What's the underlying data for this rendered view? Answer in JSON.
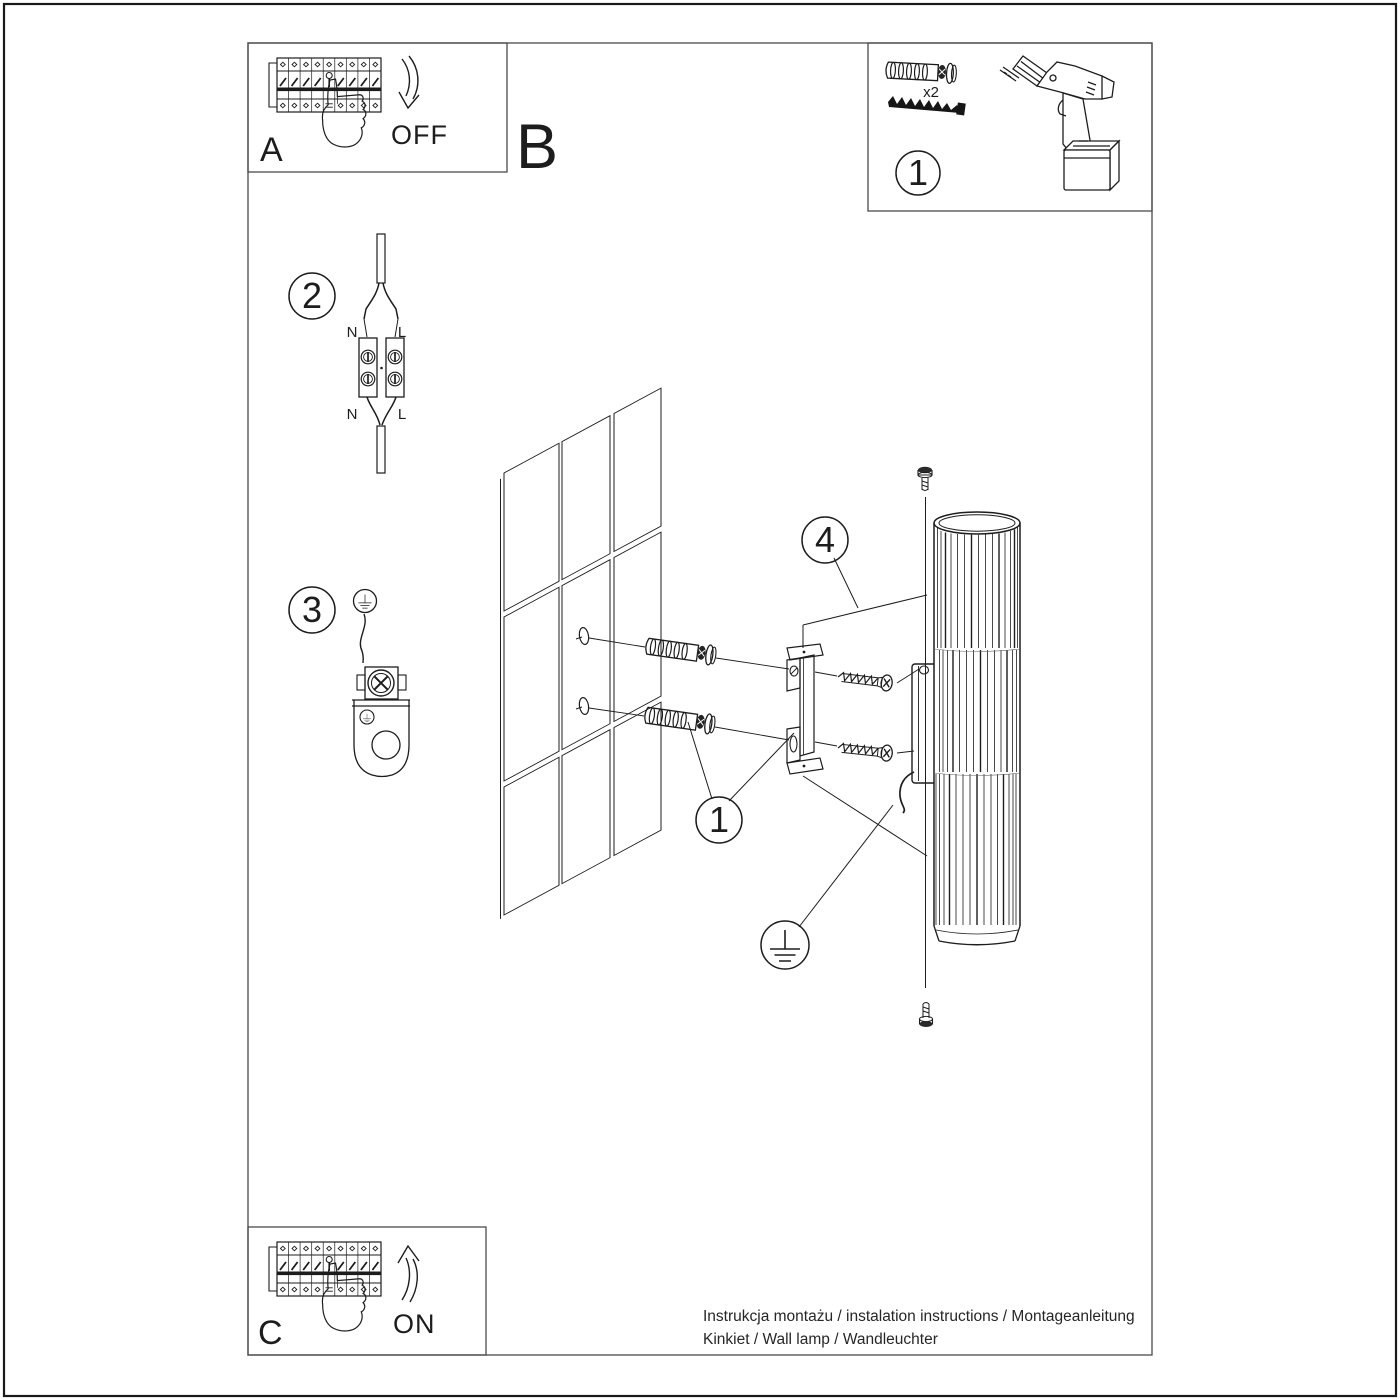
{
  "panel_a": {
    "label": "A",
    "action": "OFF"
  },
  "panel_c": {
    "label": "C",
    "action": "ON"
  },
  "section_b": {
    "label": "B"
  },
  "toolbox": {
    "step": "1",
    "anchor_qty": "x2"
  },
  "step2": {
    "num": "2",
    "n_top": "N",
    "l_top": "L",
    "n_bottom": "N",
    "l_bottom": "L"
  },
  "step3": {
    "num": "3"
  },
  "assembly": {
    "step4": "4",
    "step1": "1"
  },
  "footer": {
    "line1": "Instrukcja montażu / instalation instructions / Montageanleitung",
    "line2": "Kinkiet / Wall lamp / Wandleuchter"
  },
  "colors": {
    "line": "#1d1d1d",
    "frame": "#4a4a4a",
    "background": "#ffffff"
  }
}
